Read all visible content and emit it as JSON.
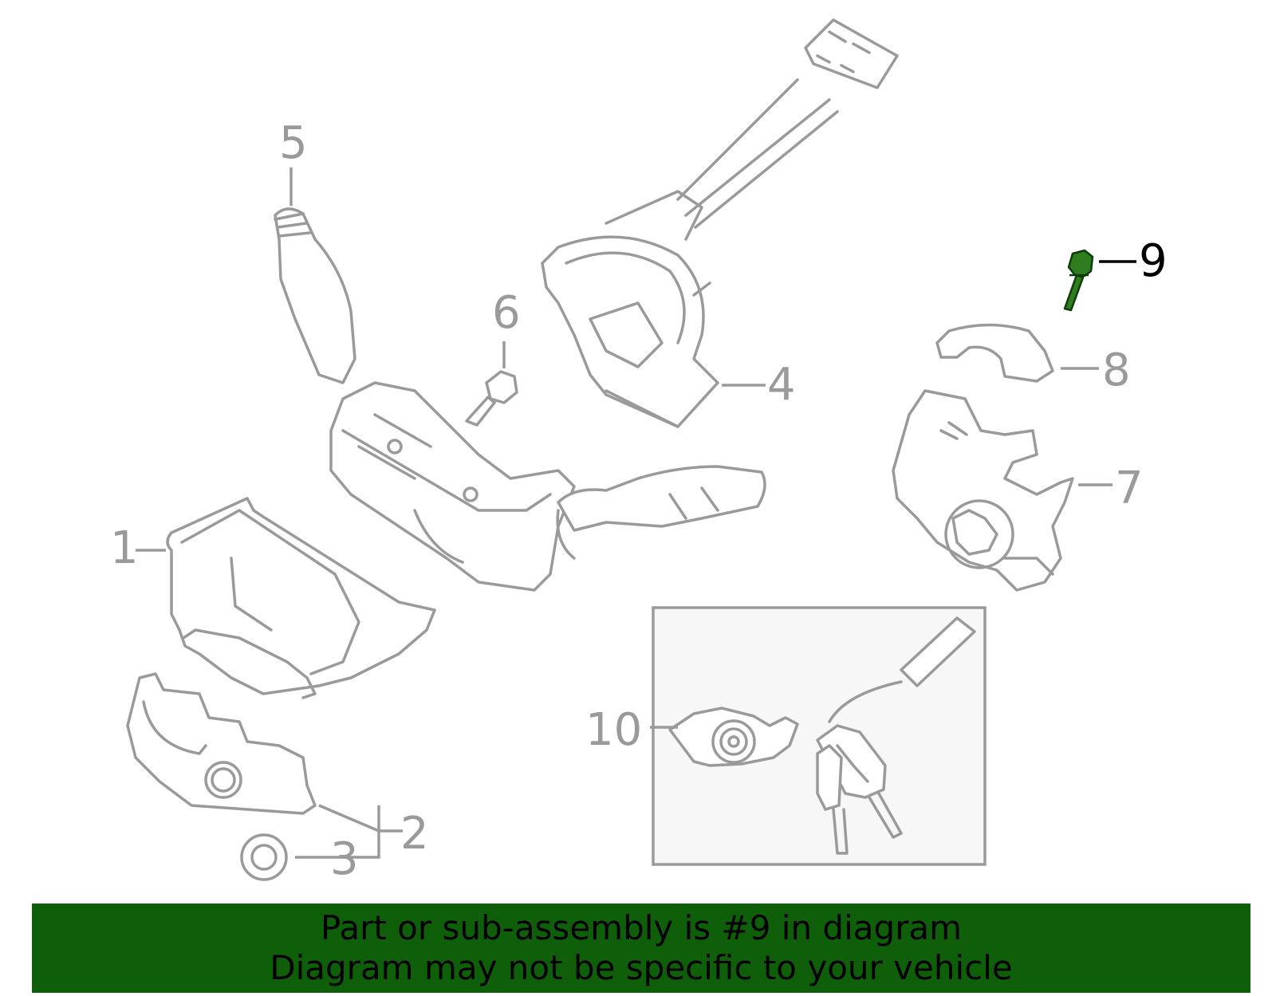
{
  "callouts": [
    {
      "id": "1",
      "label": "1",
      "highlighted": false
    },
    {
      "id": "2",
      "label": "2",
      "highlighted": false
    },
    {
      "id": "3",
      "label": "3",
      "highlighted": false
    },
    {
      "id": "4",
      "label": "4",
      "highlighted": false
    },
    {
      "id": "5",
      "label": "5",
      "highlighted": false
    },
    {
      "id": "6",
      "label": "6",
      "highlighted": false
    },
    {
      "id": "7",
      "label": "7",
      "highlighted": false
    },
    {
      "id": "8",
      "label": "8",
      "highlighted": false
    },
    {
      "id": "9",
      "label": "9",
      "highlighted": true
    },
    {
      "id": "10",
      "label": "10",
      "highlighted": false
    }
  ],
  "banner": {
    "line1": "Part or sub-assembly is #9 in diagram",
    "line2": "Diagram may not be specific to your vehicle"
  },
  "colors": {
    "line": "#9a9a9a",
    "highlight_part": "#2e7d1f",
    "banner_bg": "#0f5e0a",
    "inset_bg": "#f7f7f7"
  }
}
